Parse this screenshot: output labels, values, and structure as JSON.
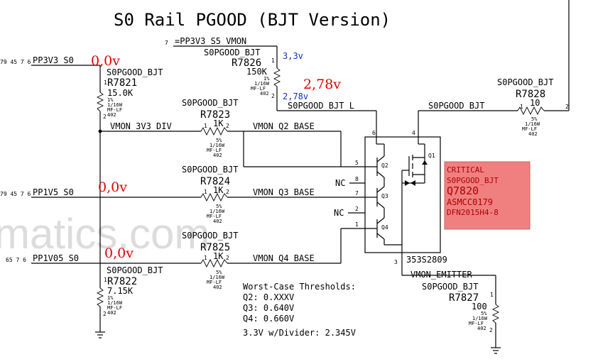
{
  "title": "S0 Rail PGOOD (BJT Version)",
  "watermark": "matics.com",
  "rails": {
    "pp3v3_s0": {
      "name": "PP3V3_S0",
      "refs": "79 45 7 6",
      "measured": "0,0v"
    },
    "pp1v5_s0": {
      "name": "PP1V5_S0",
      "refs": "79 45 7 6",
      "measured": "0,0v"
    },
    "pp1v05_s0": {
      "name": "PP1V05_S0",
      "refs": "65 7 6",
      "measured": "0,0v"
    },
    "pp3v3_s5_vmon": {
      "name": "=PP3V3_S5_VMON",
      "refs": "7",
      "measured": "3,3v"
    }
  },
  "nets": {
    "pgood_l": "S0PGOOD_BJT_L",
    "pgood": "S0PGOOD_BJT",
    "vmon_div": "VMON_3V3_DIV",
    "vmon_q2": "VMON_Q2_BASE",
    "vmon_q3": "VMON_Q3_BASE",
    "vmon_q4": "VMON_Q4_BASE",
    "vmon_emitter": "VMON_EMITTER",
    "pgood_l_measured": "2,78v",
    "pgood_l_measured_blue": "2,78v"
  },
  "resistors": {
    "r7821": {
      "group": "S0PGOOD_BJT",
      "ref": "R7821",
      "value": "15.0K",
      "tol": "1%",
      "power": "1/16W",
      "type": "MF-LF",
      "size": "402"
    },
    "r7826": {
      "group": "S0PGOOD_BJT",
      "ref": "R7826",
      "value": "150K",
      "tol": "1%",
      "power": "1/16W",
      "type": "MF-LF",
      "size": "402"
    },
    "r7823": {
      "group": "S0PGOOD_BJT",
      "ref": "R7823",
      "value": "1K",
      "tol": "5%",
      "power": "1/16W",
      "type": "MF-LF",
      "size": "402"
    },
    "r7824": {
      "group": "S0PGOOD_BJT",
      "ref": "R7824",
      "value": "1K",
      "tol": "5%",
      "power": "1/16W",
      "type": "MF-LF",
      "size": "402"
    },
    "r7825": {
      "group": "S0PGOOD_BJT",
      "ref": "R7825",
      "value": "1K",
      "tol": "5%",
      "power": "1/16W",
      "type": "MF-LF",
      "size": "402"
    },
    "r7822": {
      "group": "S0PGOOD_BJT",
      "ref": "R7822",
      "value": "7.15K",
      "tol": "1%",
      "power": "1/16W",
      "type": "MF-LF",
      "size": "402"
    },
    "r7828": {
      "group": "S0PGOOD_BJT",
      "ref": "R7828",
      "value": "10",
      "tol": "5%",
      "power": "1/16W",
      "type": "MF-LF",
      "size": "402"
    },
    "r7827": {
      "group": "S0PGOOD_BJT",
      "ref": "R7827",
      "value": "100",
      "tol": "5%",
      "power": "1/16W",
      "type": "MF-LF",
      "size": "402"
    }
  },
  "ic": {
    "part": "353S2809",
    "q1": "Q1",
    "q2": "Q2",
    "q3": "Q3",
    "q4": "Q4",
    "nc": "NC",
    "pins": [
      "1",
      "2",
      "3",
      "4",
      "5",
      "6",
      "7",
      "8"
    ]
  },
  "critical_box": {
    "line1": "CRITICAL",
    "line2": "S0PGOOD_BJT",
    "ref": "Q7820",
    "part": "ASMCC0179",
    "package": "DFN2015H4-8",
    "fill": "#f08080"
  },
  "thresholds": {
    "heading": "Worst-Case Thresholds:",
    "q2": "Q2: 0.XXXV",
    "q3": "Q3: 0.640V",
    "q4": "Q4: 0.660V",
    "divider": "3.3V w/Divider: 2.345V"
  },
  "pin_labels": {
    "one": "1",
    "two": "2"
  }
}
